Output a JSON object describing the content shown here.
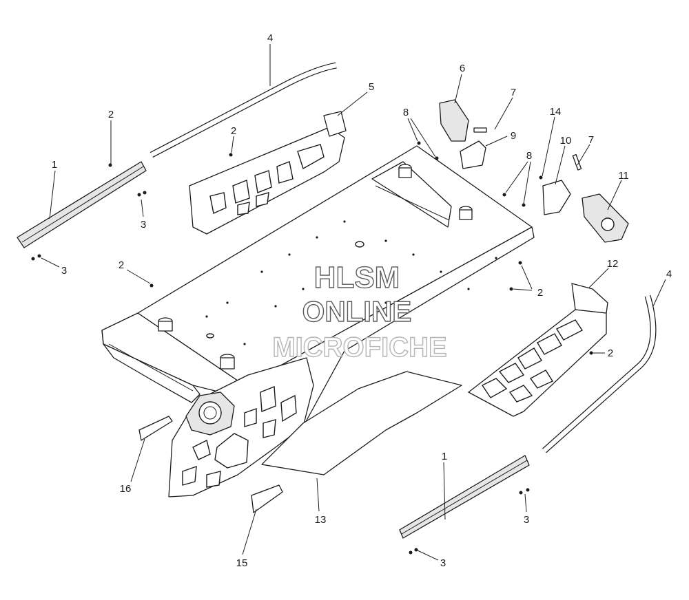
{
  "diagram": {
    "callouts": [
      {
        "id": "c4-top",
        "label": "4"
      },
      {
        "id": "c5",
        "label": "5"
      },
      {
        "id": "c6",
        "label": "6"
      },
      {
        "id": "c2-left",
        "label": "2"
      },
      {
        "id": "c1-left",
        "label": "1"
      },
      {
        "id": "c3-left-upper",
        "label": "3"
      },
      {
        "id": "c3-left-lower",
        "label": "3"
      },
      {
        "id": "c2-mid-left",
        "label": "2"
      },
      {
        "id": "c2-panel",
        "label": "2"
      },
      {
        "id": "c8-upper",
        "label": "8"
      },
      {
        "id": "c7-upper",
        "label": "7"
      },
      {
        "id": "c9",
        "label": "9"
      },
      {
        "id": "c8-lower",
        "label": "8"
      },
      {
        "id": "c14",
        "label": "14"
      },
      {
        "id": "c10",
        "label": "10"
      },
      {
        "id": "c7-lower",
        "label": "7"
      },
      {
        "id": "c11",
        "label": "11"
      },
      {
        "id": "c12",
        "label": "12"
      },
      {
        "id": "c4-right",
        "label": "4"
      },
      {
        "id": "c2-right-upper",
        "label": "2"
      },
      {
        "id": "c2-right-lower",
        "label": "2"
      },
      {
        "id": "c16",
        "label": "16"
      },
      {
        "id": "c13",
        "label": "13"
      },
      {
        "id": "c15",
        "label": "15"
      },
      {
        "id": "c1-right",
        "label": "1"
      },
      {
        "id": "c3-right-upper",
        "label": "3"
      },
      {
        "id": "c3-right-lower",
        "label": "3"
      }
    ]
  },
  "watermark": {
    "line1": "HLSM",
    "line2": "ONLINE",
    "line3": "MICROFICHE"
  },
  "colors": {
    "ink": "#1a1a1a",
    "background": "#ffffff"
  }
}
